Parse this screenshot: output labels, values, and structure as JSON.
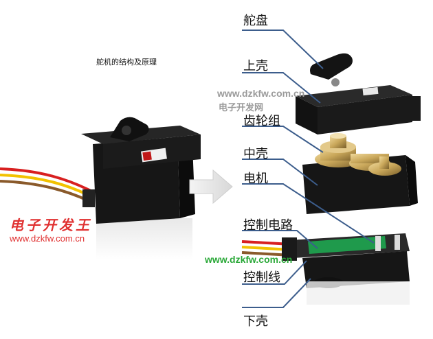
{
  "diagram": {
    "title": "舵机的结构及原理",
    "labels": {
      "horn": "舵盘",
      "top_case": "上壳",
      "gear_set": "齿轮组",
      "middle_case": "中壳",
      "motor": "电机",
      "control_circuit": "控制电路",
      "control_wire": "控制线",
      "bottom_case": "下壳"
    },
    "watermarks": {
      "site_top": "www.dzkfw.com.cn",
      "name_top": "电子开发网",
      "brand_left": "电子开发王",
      "site_left": "www.dzkfw.com.cn",
      "site_bottom": "www.dzkfw.com.cn"
    },
    "colors": {
      "leader_line": "#3c5d8c",
      "servo_body": "#161616",
      "gear_gold": "#c9a75a",
      "pcb_green": "#1f9a4c",
      "wire_red": "#d82020",
      "wire_yellow": "#f2c200",
      "wire_brown": "#8a5a2b",
      "watermark_red": "#e03030",
      "watermark_green": "#2aa838",
      "watermark_gray": "#9a9a9a"
    }
  }
}
